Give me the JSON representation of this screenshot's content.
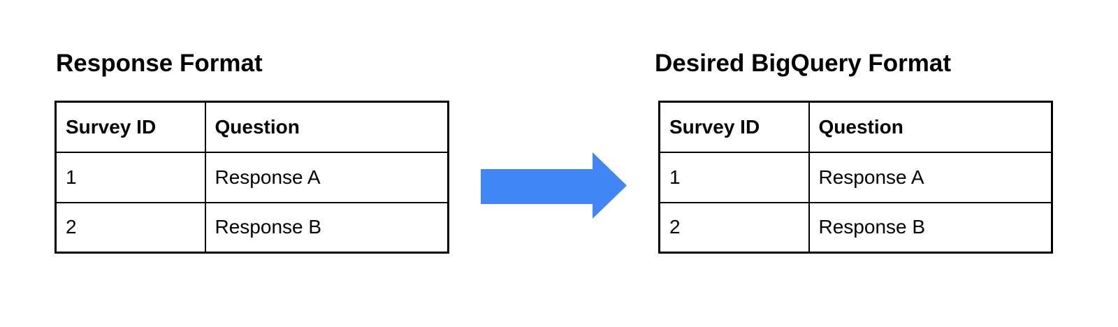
{
  "left": {
    "title": "Response Format",
    "table": {
      "headers": [
        "Survey ID",
        "Question"
      ],
      "rows": [
        [
          "1",
          "Response A"
        ],
        [
          "2",
          "Response B"
        ]
      ]
    }
  },
  "right": {
    "title": "Desired BigQuery Format",
    "table": {
      "headers": [
        "Survey ID",
        "Question"
      ],
      "rows": [
        [
          "1",
          "Response A"
        ],
        [
          "2",
          "Response B"
        ]
      ]
    }
  },
  "arrow": {
    "icon": "right-arrow-icon",
    "color": "#4285f4"
  },
  "colors": {
    "background": "#ffffff",
    "border": "#000000",
    "text": "#000000"
  }
}
